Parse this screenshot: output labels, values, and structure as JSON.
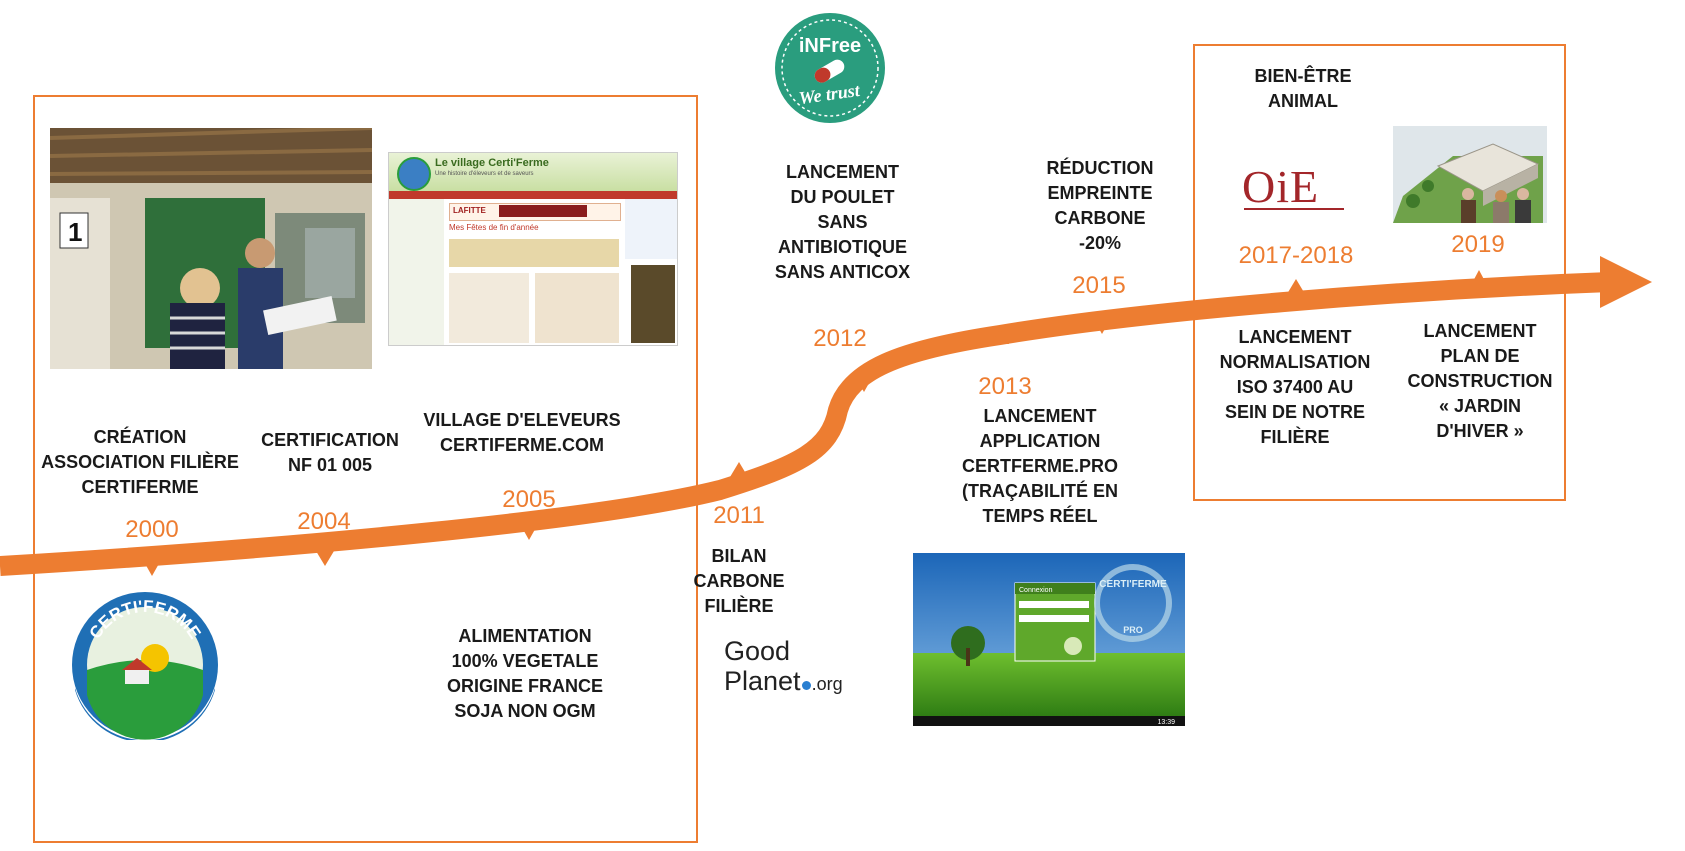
{
  "colors": {
    "accent": "#ED7D31",
    "text": "#1a1a1a"
  },
  "logos": {
    "certiferme": "CERTI'FERME",
    "infree_top": "iNFree",
    "infree_bottom": "We trust",
    "goodplanet_1": "Good",
    "goodplanet_2": "Planet",
    "goodplanet_3": ".org",
    "oie": "OiE"
  },
  "website": {
    "title": "Le village Certi'Ferme",
    "subtitle": "Une histoire d'éleveurs et de saveurs",
    "banner": "LAFITTE",
    "heading": "Mes Fêtes de fin d'année"
  },
  "app": {
    "dialog_title": "Connexion",
    "brand": "CERTI'FERME",
    "sub": "PRO",
    "clock": "13:39"
  },
  "years": {
    "y2000": "2000",
    "y2004": "2004",
    "y2005": "2005",
    "y2011": "2011",
    "y2012": "2012",
    "y2013": "2013",
    "y2015": "2015",
    "y2017": "2017-2018",
    "y2019": "2019"
  },
  "events": {
    "e2000": [
      "CRÉATION",
      "ASSOCIATION FILIÈRE",
      "CERTIFERME"
    ],
    "e2004": [
      "CERTIFICATION",
      "NF 01 005"
    ],
    "e2005": [
      "VILLAGE D'ELEVEURS",
      "CERTIFERME.COM"
    ],
    "alimentation": [
      "ALIMENTATION",
      "100% VEGETALE",
      "ORIGINE FRANCE",
      "SOJA NON OGM"
    ],
    "e2011": [
      "BILAN",
      "CARBONE",
      "FILIÈRE"
    ],
    "e2012": [
      "LANCEMENT",
      "DU POULET",
      "SANS",
      "ANTIBIOTIQUE",
      "SANS ANTICOX"
    ],
    "e2013": [
      "LANCEMENT",
      "APPLICATION",
      "CERTFERME.PRO",
      "(TRAÇABILITÉ EN",
      "TEMPS RÉEL"
    ],
    "e2015": [
      "RÉDUCTION",
      "EMPREINTE",
      "CARBONE",
      "-20%"
    ],
    "bienetre": [
      "BIEN-ÊTRE",
      "ANIMAL"
    ],
    "e2017": [
      "LANCEMENT",
      "NORMALISATION",
      "ISO 37400 AU",
      "SEIN DE NOTRE",
      "FILIÈRE"
    ],
    "e2019": [
      "LANCEMENT",
      "PLAN DE",
      "CONSTRUCTION",
      "« JARDIN",
      "D'HIVER »"
    ]
  }
}
